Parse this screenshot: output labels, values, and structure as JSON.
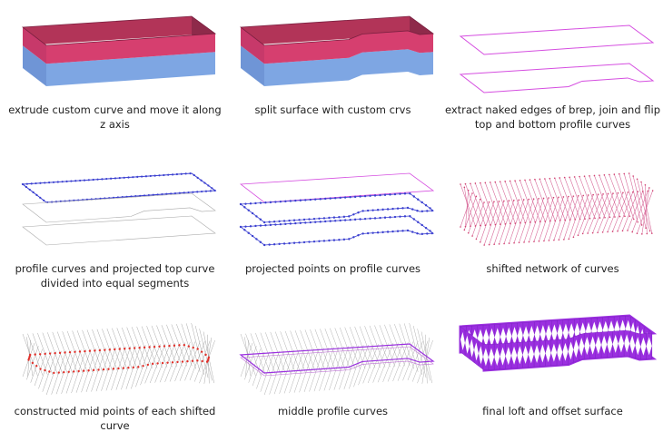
{
  "panels": [
    {
      "caption": "extrude custom curve and move it along z axis",
      "kind": "extrude"
    },
    {
      "caption": "split surface with custom crvs",
      "kind": "split"
    },
    {
      "caption": "extract naked edges of brep, join and flip top and bottom profile curves",
      "kind": "edges"
    },
    {
      "caption": "profile curves and projected top curve divided into equal segments",
      "kind": "divided"
    },
    {
      "caption": "projected points on profile curves",
      "kind": "projected"
    },
    {
      "caption": "shifted network of curves",
      "kind": "network"
    },
    {
      "caption": "constructed mid points of each shifted curve",
      "kind": "midpoints"
    },
    {
      "caption": "middle profile curves",
      "kind": "middle"
    },
    {
      "caption": "final loft and offset surface",
      "kind": "loft"
    }
  ],
  "colors": {
    "pink": "#d63f6f",
    "blue": "#7ea6e3",
    "magenta": "#d54ee0",
    "navy": "#3a3fd0",
    "red": "#e0302a",
    "grey": "#a8a8a8",
    "purple": "#9b2fe0"
  }
}
